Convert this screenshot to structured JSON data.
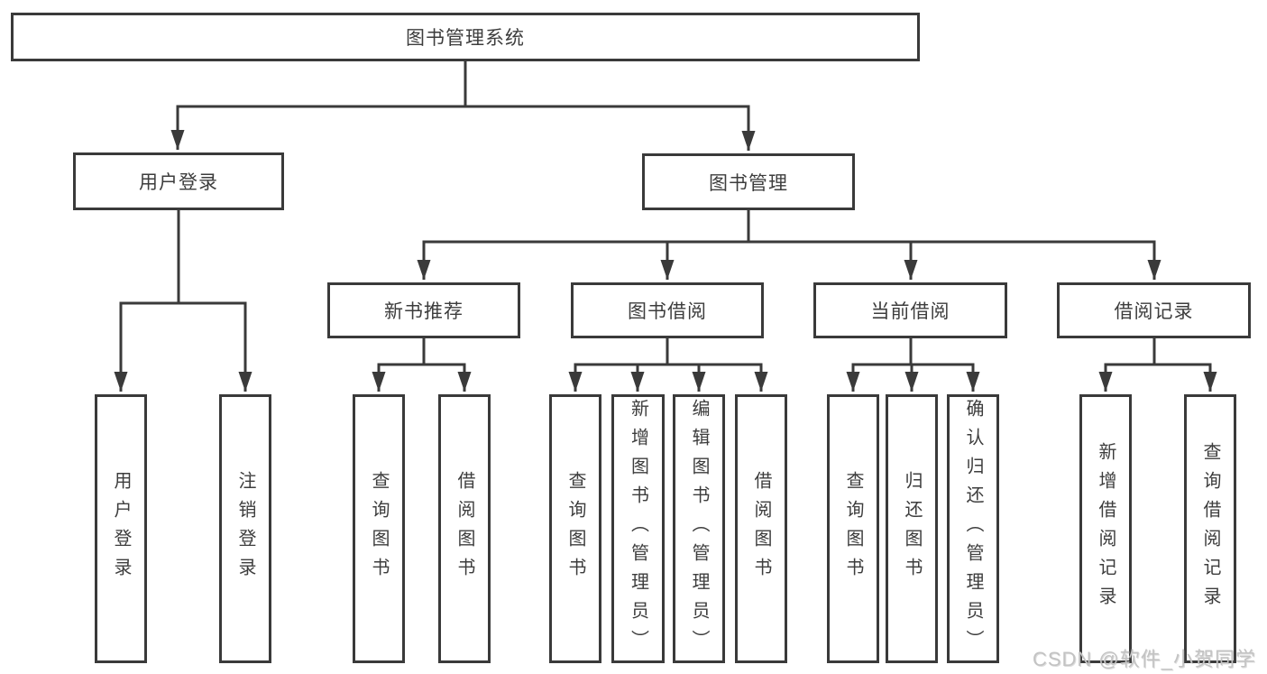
{
  "diagram": {
    "type": "hierarchy-tree",
    "watermark": "CSDN @软件_小贺同学",
    "colors": {
      "line": "#3a3a3a",
      "border": "#3a3a3a",
      "text": "#3d3d3d",
      "watermark": "#c3c3c3",
      "background": "#ffffff"
    },
    "nodes": {
      "root": {
        "label": "图书管理系统"
      },
      "user_login": {
        "label": "用户登录"
      },
      "book_mgmt": {
        "label": "图书管理"
      },
      "new_book_rec": {
        "label": "新书推荐"
      },
      "book_borrow": {
        "label": "图书借阅"
      },
      "current_borrow": {
        "label": "当前借阅"
      },
      "borrow_records": {
        "label": "借阅记录"
      },
      "ul_login": {
        "label": "用户登录"
      },
      "ul_logout": {
        "label": "注销登录"
      },
      "nb_query": {
        "label": "查询图书"
      },
      "nb_borrow": {
        "label": "借阅图书"
      },
      "bb_query": {
        "label": "查询图书"
      },
      "bb_add": {
        "label": "新增图书（管理员）"
      },
      "bb_edit": {
        "label": "编辑图书（管理员）"
      },
      "bb_borrow": {
        "label": "借阅图书"
      },
      "cb_query": {
        "label": "查询图书"
      },
      "cb_return": {
        "label": "归还图书"
      },
      "cb_confirm": {
        "label": "确认归还（管理员）"
      },
      "br_add": {
        "label": "新增借阅记录"
      },
      "br_query": {
        "label": "查询借阅记录"
      }
    },
    "hierarchy": {
      "图书管理系统": {
        "用户登录": [
          "用户登录",
          "注销登录"
        ],
        "图书管理": {
          "新书推荐": [
            "查询图书",
            "借阅图书"
          ],
          "图书借阅": [
            "查询图书",
            "新增图书（管理员）",
            "编辑图书（管理员）",
            "借阅图书"
          ],
          "当前借阅": [
            "查询图书",
            "归还图书",
            "确认归还（管理员）"
          ],
          "借阅记录": [
            "新增借阅记录",
            "查询借阅记录"
          ]
        }
      }
    }
  }
}
